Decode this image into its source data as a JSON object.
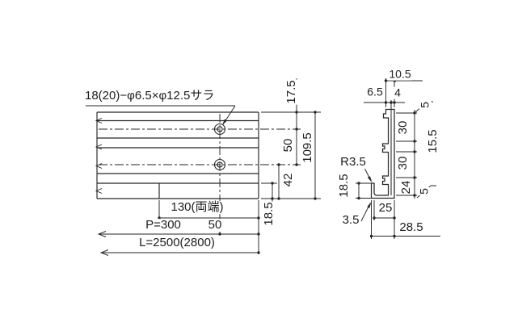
{
  "plan_view": {
    "hole_note": "18(20)−φ6.5×φ12.5サラ",
    "dim_top_offset": "17.5",
    "dim_hole_pitch_v": "50",
    "dim_overall_height": "109.5",
    "dim_bottom_offset": "42",
    "dim_lip_height": "18.5",
    "dim_end_hole": "130(両端)",
    "dim_pitch": "P=300",
    "dim_end_offset": "50",
    "dim_length": "L=2500(2800)"
  },
  "section_view": {
    "dim_top_width": "10.5",
    "dim_top_left": "6.5",
    "dim_wall": "4",
    "dim_seg_top": "5",
    "dim_seg_30a": "30",
    "dim_seg_mid": "15.5",
    "dim_seg_30b": "30",
    "dim_seg_24": "24",
    "dim_seg_bottom": "5",
    "radius_note": "R3.5",
    "dim_lip_height": "18.5",
    "dim_foot_inner": "25",
    "dim_lip_thickness": "3.5",
    "dim_foot_depth": "28.5"
  },
  "colors": {
    "line": "#262626",
    "text": "#1d1d1d",
    "background": "#ffffff"
  }
}
